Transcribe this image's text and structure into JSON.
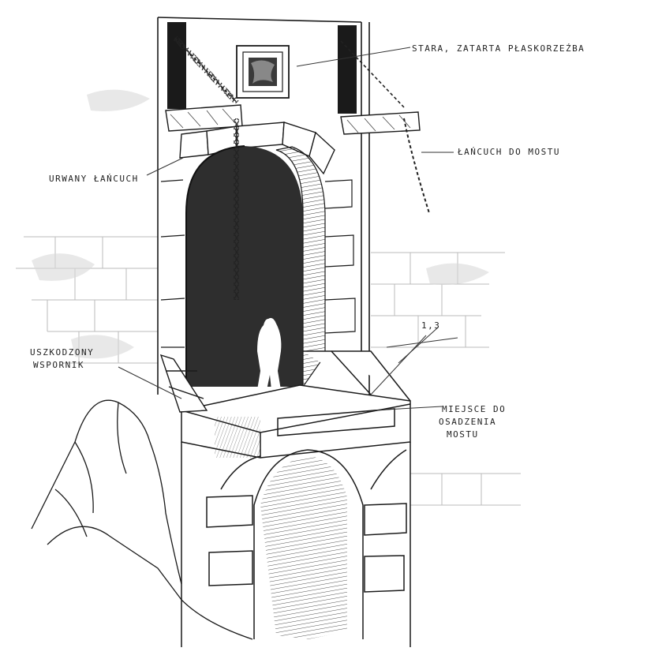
{
  "annotations": {
    "relief": "STARA, ZATARTA PŁASKORZEŹBA",
    "bridge_chain": "ŁAŃCUCH DO MOSTU",
    "torn_chain": "URWANY ŁAŃCUCH",
    "bracket_line1": "USZKODZONY",
    "bracket_line2": "WSPORNIK",
    "dimension": "1,3",
    "mount_line1": "MIEJSCE DO",
    "mount_line2": "OSADZENIA",
    "mount_line3": "MOSTU"
  },
  "colors": {
    "ink": "#1a1a1a",
    "wash": "#2e2e2e",
    "paper": "#ffffff"
  }
}
